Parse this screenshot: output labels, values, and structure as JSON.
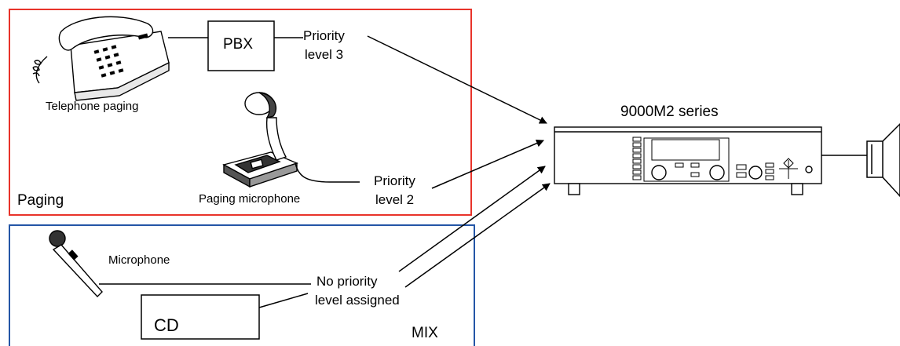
{
  "groups": {
    "paging": {
      "label": "Paging",
      "color": "#e8332a"
    },
    "mix": {
      "label": "MIX",
      "color": "#2456a6"
    }
  },
  "sources": {
    "telephone": {
      "label": "Telephone paging",
      "icon": "telephone-icon"
    },
    "pbx": {
      "label": "PBX"
    },
    "paging_mic": {
      "label": "Paging microphone",
      "icon": "desk-microphone-icon"
    },
    "microphone": {
      "label": "Microphone",
      "icon": "handheld-microphone-icon"
    },
    "cd": {
      "label": "CD"
    }
  },
  "priorities": {
    "level3": {
      "line1": "Priority",
      "line2": "level 3"
    },
    "level2": {
      "line1": "Priority",
      "line2": "level 2"
    },
    "none": {
      "line1": "No priority",
      "line2": "level assigned"
    }
  },
  "device": {
    "label": "9000M2 series",
    "icon": "mixer-amplifier-icon"
  },
  "output": {
    "icon": "speaker-icon"
  }
}
